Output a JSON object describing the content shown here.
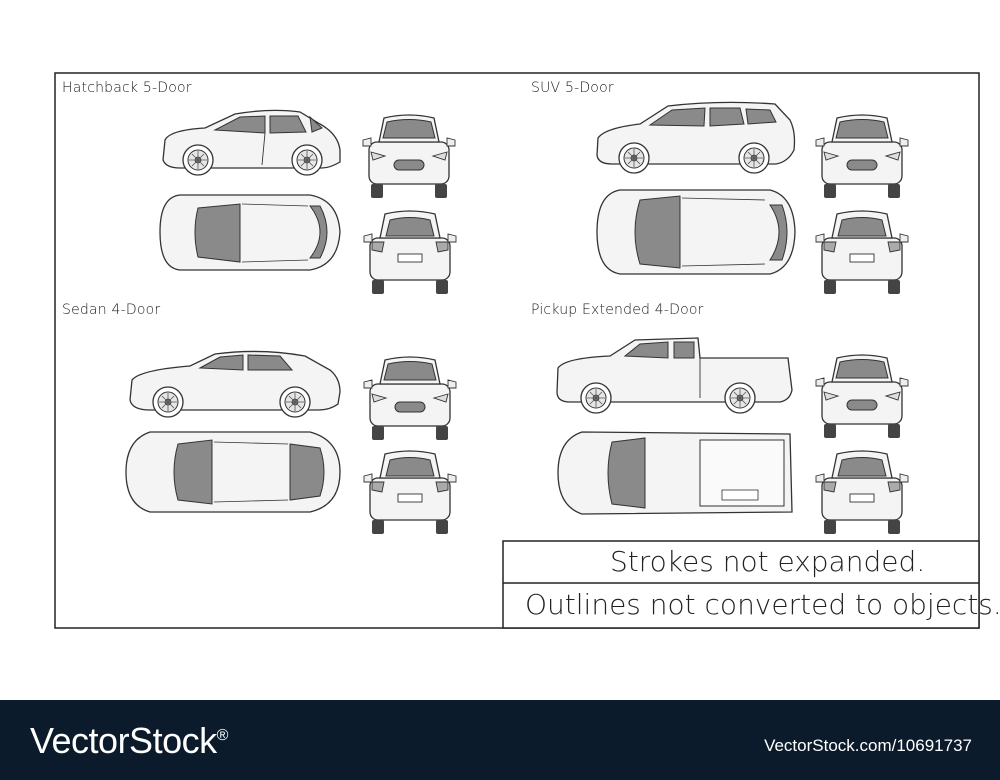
{
  "sections": [
    {
      "label": "Hatchback 5-Door"
    },
    {
      "label": "SUV 5-Door"
    },
    {
      "label": "Sedan 4-Door"
    },
    {
      "label": "Pickup Extended 4-Door"
    }
  ],
  "notes": {
    "line1": "Strokes not expanded.",
    "line2": "Outlines not converted to objects."
  },
  "footer": {
    "brand": "VectorStock",
    "registered": "®",
    "image_id": "VectorStock.com/10691737"
  },
  "colors": {
    "stroke": "#333333",
    "window_fill": "#8a8a8a",
    "body_fill": "#f4f4f4",
    "footer_bg": "#0b1b2b"
  }
}
